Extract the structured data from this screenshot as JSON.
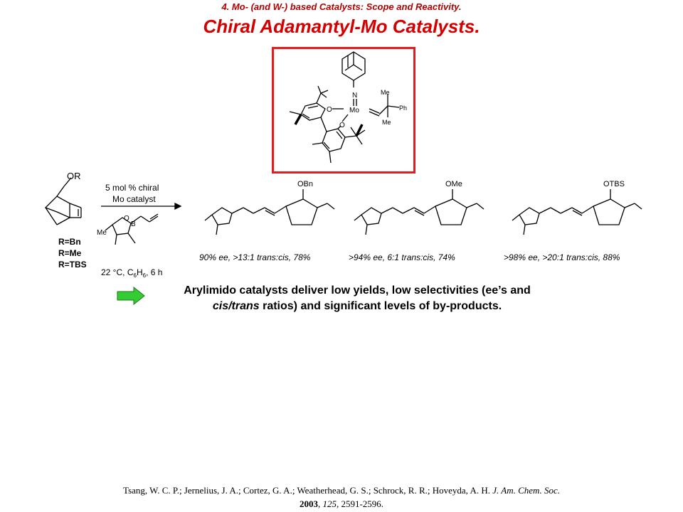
{
  "header": {
    "subtitle": "4. Mo- (and W-) based Catalysts:  Scope and Reactivity.",
    "title": "Chiral Adamantyl-Mo Catalysts."
  },
  "catalyst": {
    "atom_labels": {
      "n": "N",
      "mo": "Mo",
      "o1": "O",
      "o2": "O",
      "me1": "Me",
      "me2": "Me",
      "ph": "Ph"
    }
  },
  "scheme": {
    "substrate_label": "OR",
    "r_groups": [
      "R=Bn",
      "R=Me",
      "R=TBS"
    ],
    "reagent_line1": "5 mol % chiral",
    "reagent_line2": "Mo catalyst",
    "boronate_atoms": {
      "o": "O",
      "b": "B",
      "me": "Me"
    },
    "conditions_temp": "22 °C, C",
    "conditions_sub": "6",
    "conditions_h": "H",
    "conditions_sub2": "6",
    "conditions_time": ", 6 h",
    "products": [
      {
        "group": "OBn",
        "result": "90% ee, >13:1 trans:cis, 78%"
      },
      {
        "group": "OMe",
        "result": ">94% ee, 6:1 trans:cis, 74%"
      },
      {
        "group": "OTBS",
        "result": ">98% ee, >20:1 trans:cis, 88%"
      }
    ]
  },
  "conclusion": {
    "line1": "Arylimido catalysts deliver low yields, low selectivities (ee’s and",
    "line2_italic": "cis/trans",
    "line2_rest": " ratios) and significant levels of by-products."
  },
  "reference": {
    "authors": "Tsang, W. C. P.; Jernelius, J. A.; Cortez, G. A.; Weatherhead, G. S.; Schrock, R. R.; Hoveyda, A. H. ",
    "journal": "J. Am. Chem. Soc.",
    "year": "2003",
    "volume": "125",
    "pages": ", 2591-2596."
  },
  "colors": {
    "title": "#d40000",
    "box_border": "#e21d1d",
    "arrow_fill": "#33cc33"
  }
}
